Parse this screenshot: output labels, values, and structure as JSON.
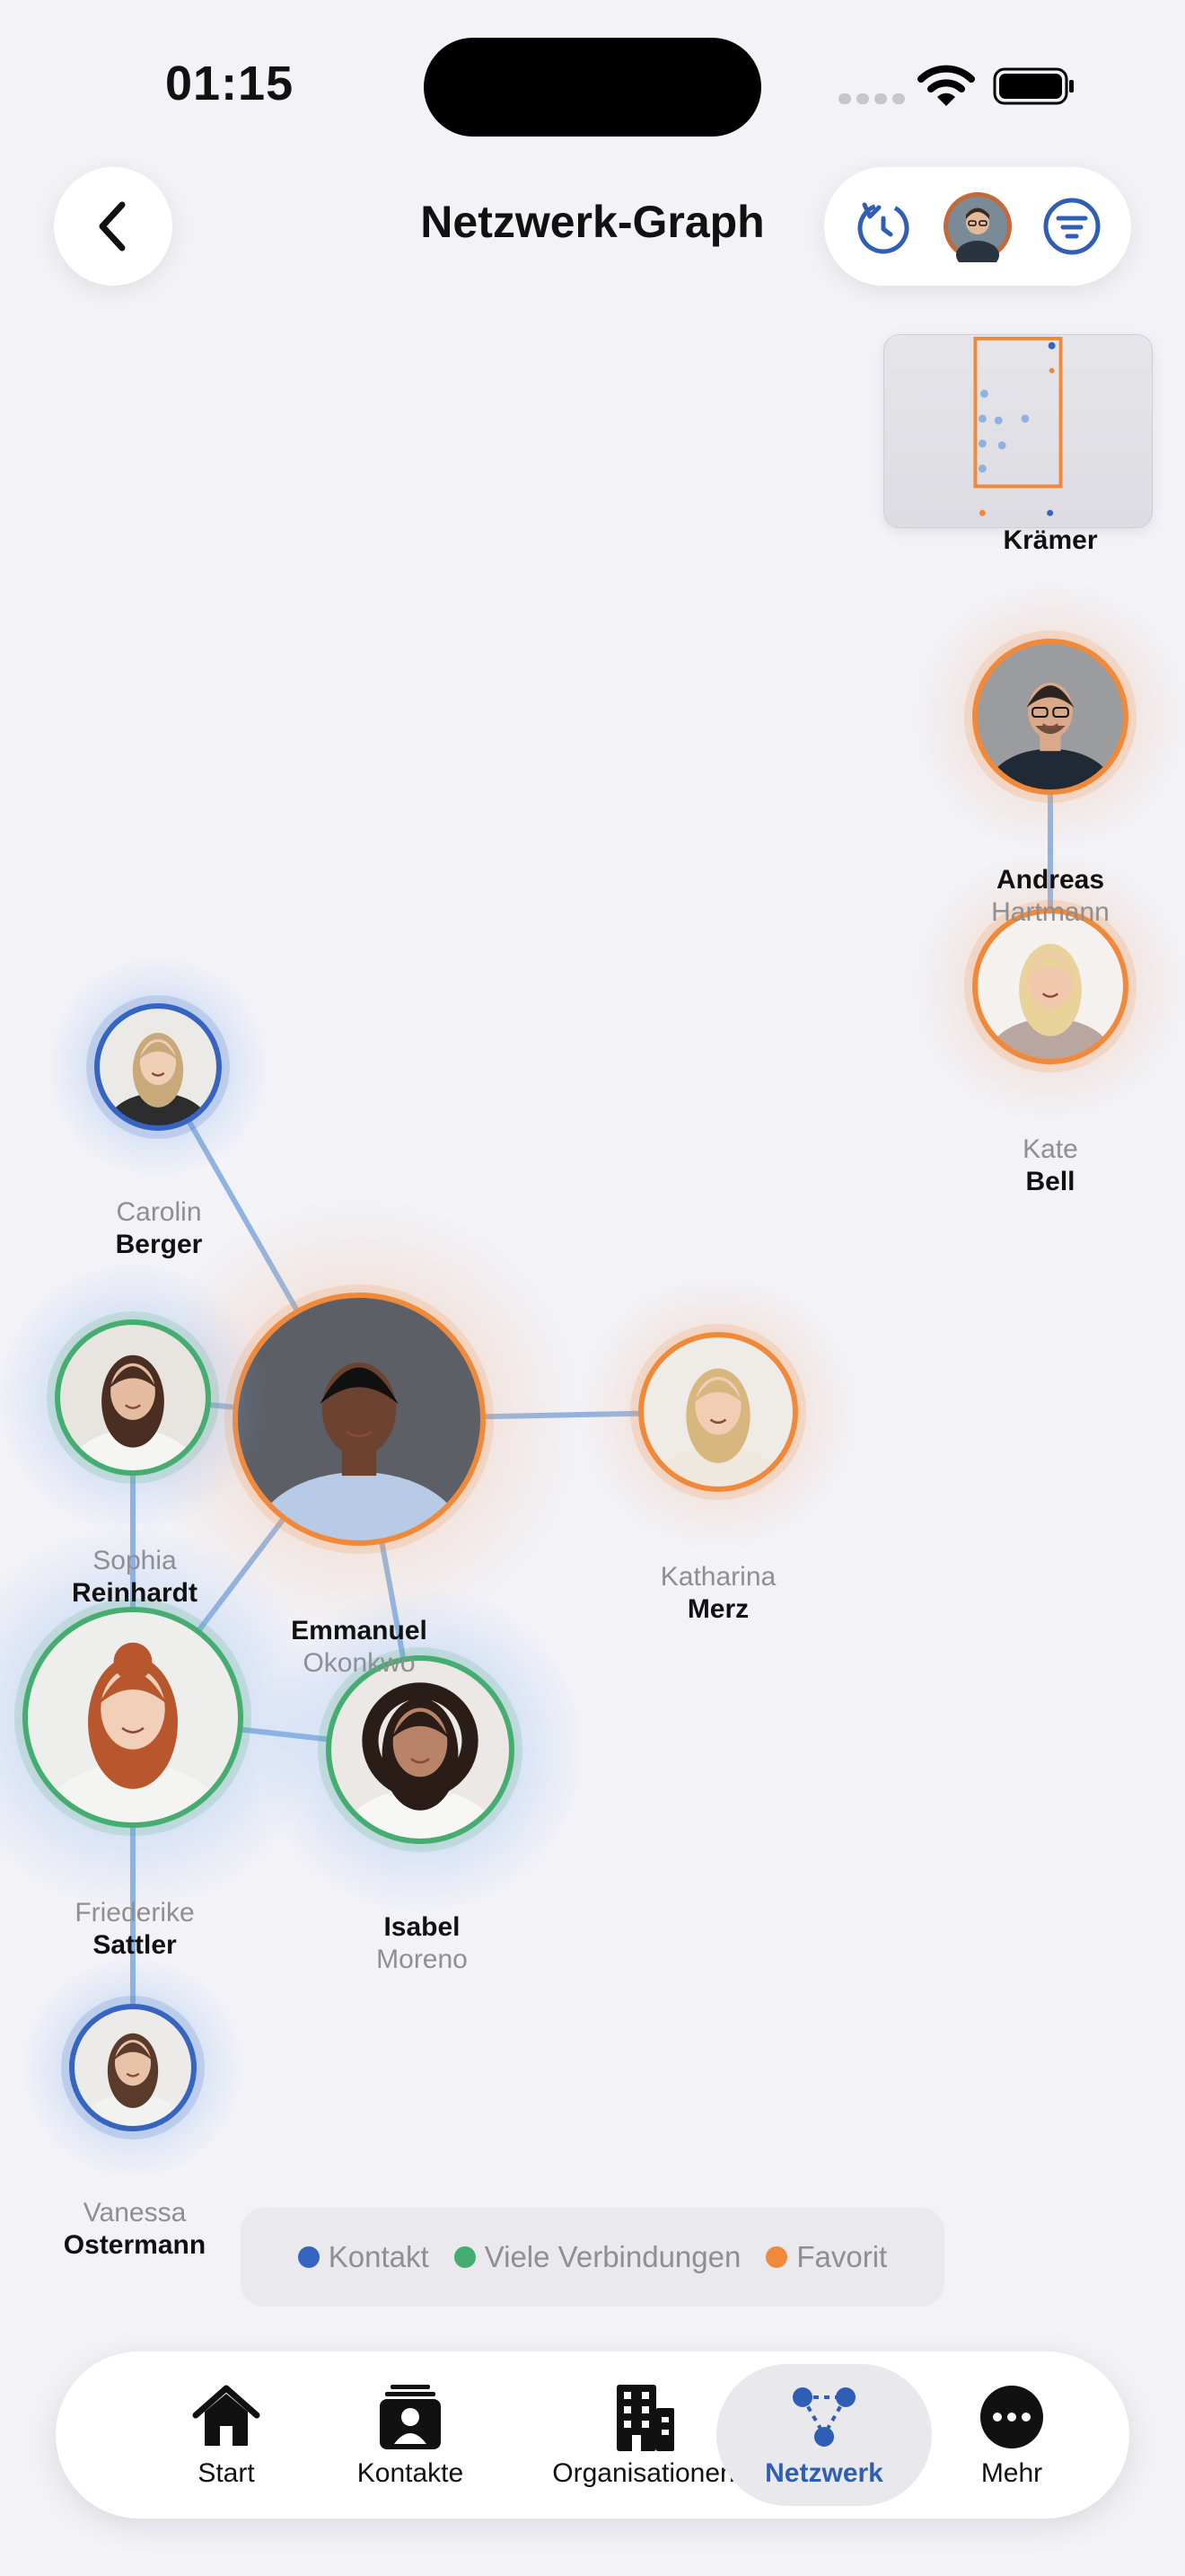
{
  "status_bar": {
    "time": "01:15"
  },
  "header": {
    "title": "Netzwerk-Graph"
  },
  "graph": {
    "nodes": [
      {
        "id": "kraemer",
        "first": "",
        "last": "Krämer",
        "type": "favorite",
        "avatar": "man-glasses"
      },
      {
        "id": "andreas",
        "first": "Andreas",
        "last": "Hartmann",
        "type": "favorite",
        "avatar": "man-glasses"
      },
      {
        "id": "kate",
        "first": "Kate",
        "last": "Bell",
        "type": "favorite",
        "avatar": "woman-blonde"
      },
      {
        "id": "carolin",
        "first": "Carolin",
        "last": "Berger",
        "type": "contact",
        "avatar": "woman-light"
      },
      {
        "id": "emmanuel",
        "first": "Emmanuel",
        "last": "Okonkwo",
        "type": "favorite",
        "avatar": "man-dark"
      },
      {
        "id": "sophia",
        "first": "Sophia",
        "last": "Reinhardt",
        "type": "many",
        "avatar": "woman-brown"
      },
      {
        "id": "katharina",
        "first": "Katharina",
        "last": "Merz",
        "type": "favorite",
        "avatar": "woman-blonde-2"
      },
      {
        "id": "friederike",
        "first": "Friederike",
        "last": "Sattler",
        "type": "many",
        "avatar": "woman-red"
      },
      {
        "id": "isabel",
        "first": "Isabel",
        "last": "Moreno",
        "type": "many",
        "avatar": "woman-curly"
      },
      {
        "id": "vanessa",
        "first": "Vanessa",
        "last": "Ostermann",
        "type": "contact",
        "avatar": "woman-brunette"
      }
    ]
  },
  "legend": {
    "items": [
      {
        "label": "Kontakt",
        "color": "#3565C0"
      },
      {
        "label": "Viele Verbindungen",
        "color": "#45AD6F"
      },
      {
        "label": "Favorit",
        "color": "#F08A3A"
      }
    ]
  },
  "tabbar": {
    "start": "Start",
    "contacts": "Kontakte",
    "organizations": "Organisationen",
    "network": "Netzwerk",
    "more": "Mehr"
  },
  "colors": {
    "accent": "#2F5FB4",
    "edge": "#8FB3E0",
    "background": "#F2F2F7"
  }
}
